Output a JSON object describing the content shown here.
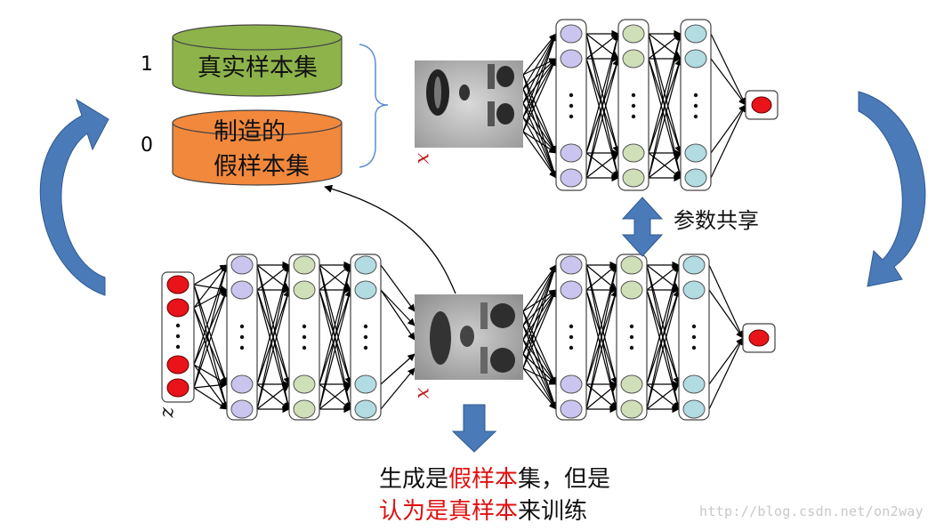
{
  "real_set": {
    "label": "1",
    "name": "真实样本集",
    "color": "#8db34a"
  },
  "fake_set": {
    "label": "0",
    "name_line1": "制造的",
    "name_line2": "假样本集",
    "color": "#f2883c"
  },
  "param_share_label": "参数共享",
  "caption": {
    "line1": [
      {
        "text": "生成是",
        "color": "black"
      },
      {
        "text": "假样本",
        "color": "red"
      },
      {
        "text": "集，但是",
        "color": "black"
      }
    ],
    "line2": [
      {
        "text": "认为是真样本",
        "color": "red"
      },
      {
        "text": "来训练",
        "color": "black"
      }
    ]
  },
  "symbols": {
    "x": "x",
    "z": "z"
  },
  "watermark": "http://blog.csdn.net/on2way",
  "colors": {
    "arrow_blue": "#4a7ab8",
    "node_purple": "#c9c5ee",
    "node_green": "#cfdfb8",
    "node_teal": "#b2dbe2",
    "node_red": "#e8141a",
    "symbol_red": "#b8201e"
  }
}
